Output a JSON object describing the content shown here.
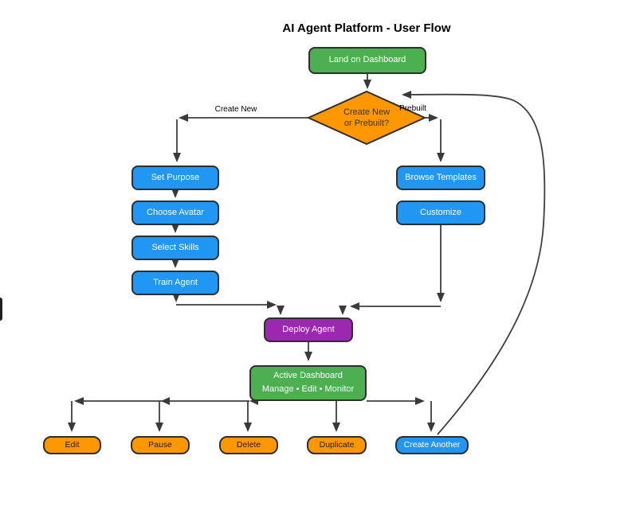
{
  "title": "AI Agent Platform - User Flow",
  "colors": {
    "green": "#4CAF50",
    "blue": "#2196F3",
    "orange": "#FF9800",
    "purple": "#9C27B0",
    "connector": "#3F3F3F",
    "node_border": "#2F2F2F"
  },
  "nodes": {
    "land_on_dashboard": "Land on Dashboard",
    "decision_line1": "Create New",
    "decision_line2": "or Prebuilt?",
    "set_purpose": "Set Purpose",
    "choose_avatar": "Choose Avatar",
    "select_skills": "Select Skills",
    "train_agent": "Train Agent",
    "browse_templates": "Browse Templates",
    "customize": "Customize",
    "deploy_agent": "Deploy Agent",
    "active_dashboard_line1": "Active Dashboard",
    "active_dashboard_line2": "Manage • Edit • Monitor",
    "edit": "Edit",
    "pause": "Pause",
    "delete": "Delete",
    "duplicate": "Duplicate",
    "create_another": "Create Another"
  },
  "edge_labels": {
    "create_new": "Create New",
    "prebuilt": "Prebuilt"
  }
}
